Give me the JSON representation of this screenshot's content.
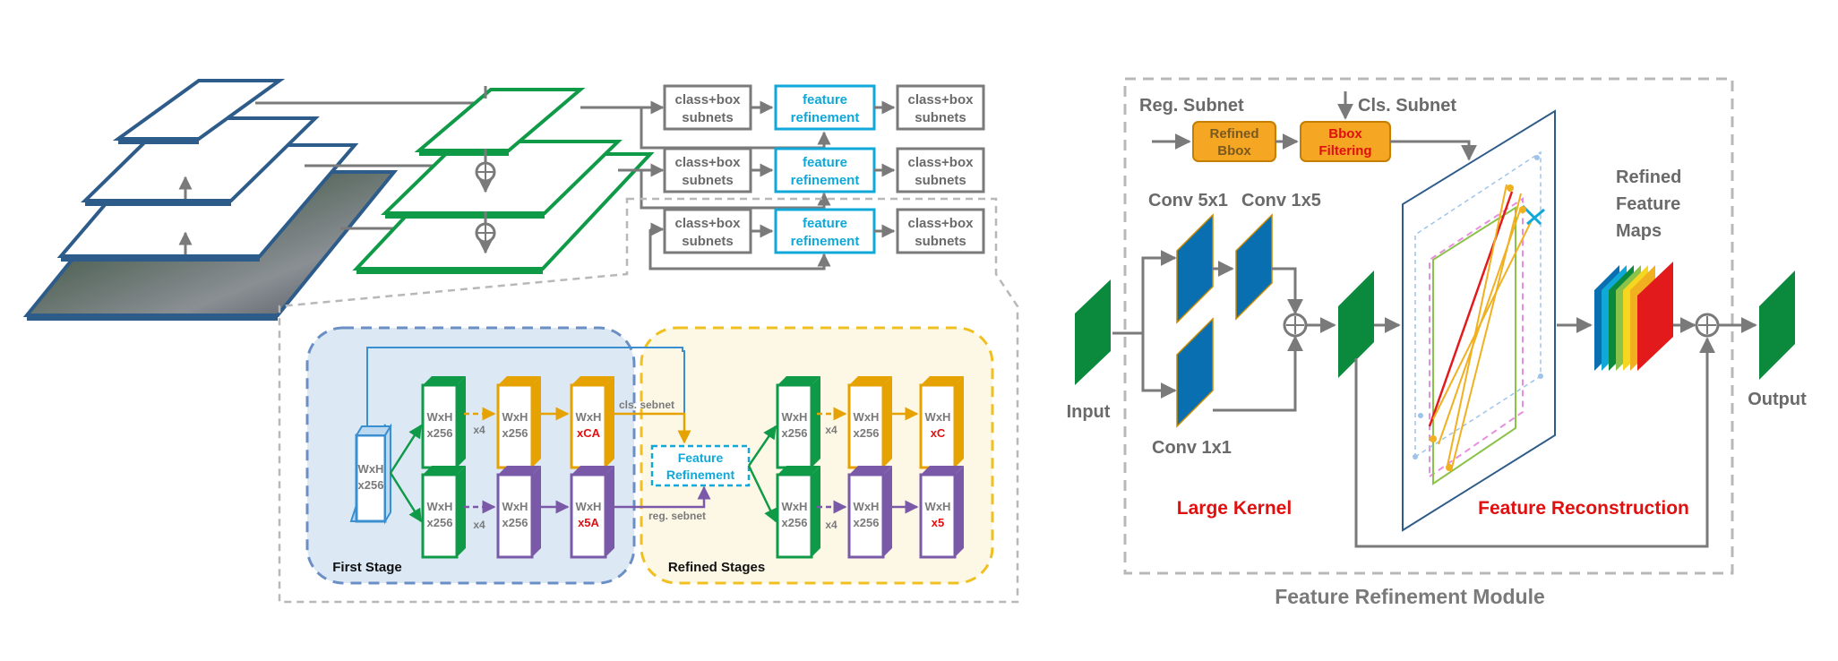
{
  "fpn": {
    "boxes": {
      "class_box_line1": "class+box",
      "class_box_line2": "subnets",
      "feature_line1": "feature",
      "feature_line2": "refinement"
    }
  },
  "detail": {
    "wxh": "WxH",
    "x256": "x256",
    "xCA": "xCA",
    "x5A": "x5A",
    "xC": "xC",
    "x5": "x5",
    "x4": "x4",
    "cls_sebnet": "cls. sebnet",
    "reg_sebnet": "reg. sebnet",
    "fr_line1": "Feature",
    "fr_line2": "Refinement",
    "first_stage": "First Stage",
    "refined_stages": "Refined Stages"
  },
  "module": {
    "reg_subnet": "Reg. Subnet",
    "cls_subnet": "Cls. Subnet",
    "refined_bbox_line1": "Refined",
    "refined_bbox_line2": "Bbox",
    "bbox_filtering_line1": "Bbox",
    "bbox_filtering_line2": "Filtering",
    "conv5x1": "Conv 5x1",
    "conv1x5": "Conv 1x5",
    "conv1x1": "Conv 1x1",
    "input": "Input",
    "output": "Output",
    "large_kernel": "Large Kernel",
    "feature_reconstruction": "Feature Reconstruction",
    "refined_maps_line1": "Refined",
    "refined_maps_line2": "Feature",
    "refined_maps_line3": "Maps",
    "caption": "Feature Refinement Module"
  },
  "colors": {
    "blue_pyramid": "#2e5c8a",
    "green": "#0f9a48",
    "cyan": "#10a8d8",
    "orange": "#e6a200",
    "purple": "#7a5aa8",
    "red_text": "#e01010",
    "teal_conv": "#0a6fb0",
    "dark_green": "#0b8a3e",
    "gray": "#7a7a7a"
  }
}
